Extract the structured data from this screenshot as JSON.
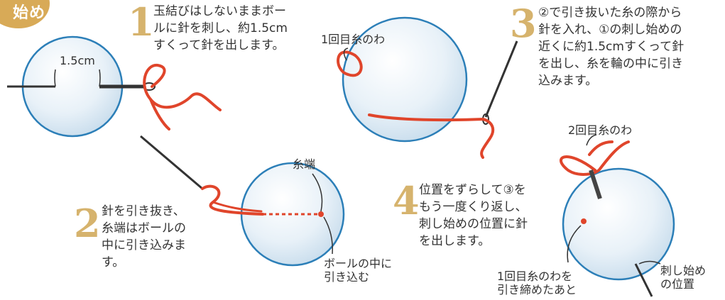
{
  "badge": {
    "label": "始め",
    "color": "#d8aa57"
  },
  "colors": {
    "thread": "#e0452b",
    "ball_outline": "#2c7fb8",
    "ball_fill": "#dbe9f4",
    "step_number": "#d6b36d"
  },
  "steps": [
    {
      "number": "1",
      "lines": [
        "玉結びはしないままボー",
        "ルに針を刺し、約1.5cm",
        "すくって針を出します。"
      ]
    },
    {
      "number": "2",
      "lines": [
        "針を引き抜き、",
        "糸端はボールの",
        "中に引き込みま",
        "す。"
      ]
    },
    {
      "number": "3",
      "lines": [
        "②で引き抜いた糸の際から",
        "針を入れ、①の刺し始めの",
        "近くに約1.5cmすくって針",
        "を出し、糸を輪の中に引き",
        "込みます。"
      ]
    },
    {
      "number": "4",
      "lines": [
        "位置をずらして③を",
        "もう一度くり返し、",
        "刺し始めの位置に針",
        "を出します。"
      ]
    }
  ],
  "labels": {
    "measure": "1.5cm",
    "first_loop": "1回目糸のわ",
    "thread_end": "糸端",
    "pull_into_ball": [
      "ボールの中に",
      "引き込む"
    ],
    "second_loop": "2回目糸のわ",
    "first_loop_tightened": [
      "1回目糸のわを",
      "引き締めたあと"
    ],
    "start_position": [
      "刺し始め",
      "の位置"
    ]
  }
}
